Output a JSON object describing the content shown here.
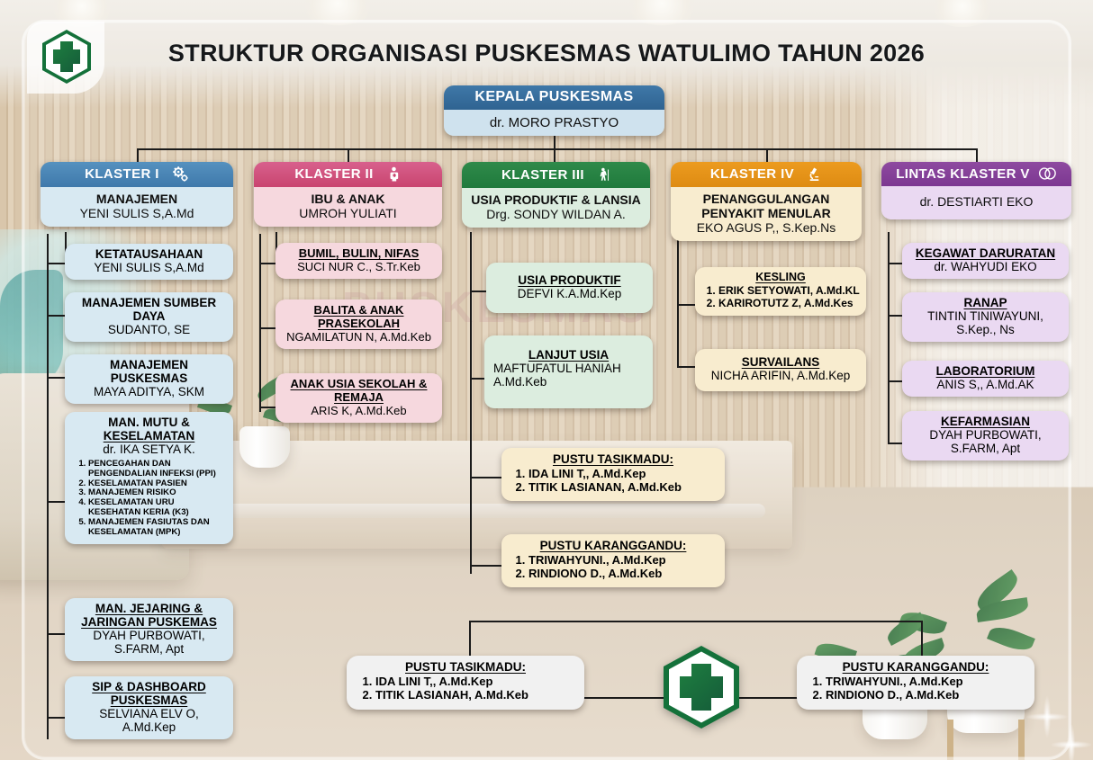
{
  "page": {
    "title": "STRUKTUR ORGANISASI PUSKESMAS WATULIMO TAHUN 2026",
    "watermark": "PUSKESMAS",
    "accent_colors": {
      "klaster1": "#3f79ab",
      "klaster2": "#c9456f",
      "klaster3": "#1f7a3c",
      "klaster4": "#de8b12",
      "klaster5": "#7c3791",
      "logo_green": "#14713a"
    }
  },
  "head": {
    "title": "KEPALA PUSKESMAS",
    "name": "dr. MORO PRASTYO"
  },
  "klaster1": {
    "header": "KLASTER I",
    "icon": "gears-icon",
    "title": "MANAJEMEN",
    "name": "YENI SULIS S,A.Md",
    "items": [
      {
        "title": "KETATAUSAHAAN",
        "name": "YENI SULIS S,A.Md",
        "underline": false
      },
      {
        "title": "MANAJEMEN SUMBER DAYA",
        "name": "SUDANTO, SE",
        "underline": false
      },
      {
        "title": "MANAJEMEN PUSKESMAS",
        "name": "MAYA ADITYA, SKM",
        "underline": false
      },
      {
        "title_line1": "MAN. MUTU &",
        "title_line2": "KESELAMATAN",
        "name": "dr. IKA SETYA K.",
        "list": [
          "PENCEGAHAN DAN PENGENDALIAN INFEKSI (PPI)",
          "KESELAMATAN PASIEN",
          "MANAJEMEN RISIKO",
          "KESELAMATAN URU KESEHATAN KERIA (K3)",
          "MANAJEMEN FASIUTAS DAN KESELAMATAN (MPK)"
        ]
      },
      {
        "title_line1": "MAN. JEJARING &",
        "title_line2": "JARINGAN PUSKEMAS",
        "name_line1": "DYAH PURBOWATI,",
        "name_line2": "S.FARM, Apt"
      },
      {
        "title_line1": "SIP & DASHBOARD",
        "title_line2": "PUSKESMAS",
        "name_line1": "SELVIANA ELV O,",
        "name_line2": "A.Md.Kep"
      }
    ]
  },
  "klaster2": {
    "header": "KLASTER II",
    "icon": "mother-child-icon",
    "title": "IBU & ANAK",
    "name": "UMROH YULIATI",
    "items": [
      {
        "title": "BUMIL, BULIN, NIFAS",
        "name": "SUCI NUR C., S.Tr.Keb"
      },
      {
        "title_line1": "BALITA & ANAK",
        "title_line2": "PRASEKOLAH",
        "name": "NGAMILATUN N, A.Md.Keb"
      },
      {
        "title_line1": "ANAK USIA SEKOLAH &",
        "title_line2": "REMAJA",
        "name": "ARIS K, A.Md.Keb"
      }
    ]
  },
  "klaster3": {
    "header": "KLASTER III",
    "icon": "elderly-person-icon",
    "title": "USIA PRODUKTIF & LANSIA",
    "name": "Drg. SONDY WILDAN A.",
    "items": [
      {
        "title": "USIA PRODUKTIF",
        "name": "DEFVI K.A.Md.Kep"
      },
      {
        "title": "LANJUT USIA",
        "name_line1": "MAFTUFATUL HANIAH",
        "name_line2": "A.Md.Keb"
      }
    ],
    "pustu": [
      {
        "title": "PUSTU TASIKMADU:",
        "list": [
          "IDA LINI T,, A.Md.Kep",
          "TITIK LASIANAN, A.Md.Keb"
        ]
      },
      {
        "title": "PUSTU KARANGGANDU:",
        "list": [
          "TRIWAHYUNI., A.Md.Kep",
          "RINDIONO D., A.Md.Keb"
        ]
      }
    ]
  },
  "klaster4": {
    "header": "KLASTER IV",
    "icon": "microscope-icon",
    "title_line1": "PENANGGULANGAN",
    "title_line2": "PENYAKIT MENULAR",
    "name": "EKO AGUS P,, S.Kep.Ns",
    "items": [
      {
        "title": "KESLING",
        "list": [
          "ERIK SETYOWATI, A.Md.KL",
          "KARIROTUTZ Z, A.Md.Kes"
        ]
      },
      {
        "title": "SURVAILANS",
        "name": "NICHA ARIFIN, A.Md.Kep"
      }
    ]
  },
  "klaster5": {
    "header": "LINTAS KLASTER V",
    "icon": "linked-rings-icon",
    "name": "dr. DESTIARTI EKO",
    "items": [
      {
        "title": "KEGAWAT DARURATAN",
        "name": "dr. WAHYUDI EKO"
      },
      {
        "title": "RANAP",
        "name_line1": "TINTIN TINIWAYUNI,",
        "name_line2": "S.Kep., Ns"
      },
      {
        "title": "LABORATORIUM",
        "name": "ANIS S,, A.Md.AK"
      },
      {
        "title": "KEFARMASIAN",
        "name_line1": "DYAH PURBOWATI,",
        "name_line2": "S.FARM, Apt"
      }
    ]
  },
  "footer": {
    "left": {
      "title": "PUSTU TASIKMADU:",
      "list": [
        "IDA LINI T,, A.Md.Kep",
        "TITIK LASIANAH, A.Md.Keb"
      ]
    },
    "right": {
      "title": "PUSTU KARANGGANDU:",
      "list": [
        "TRIWAHYUNI., A.Md.Kep",
        "RINDIONO D., A.Md.Keb"
      ]
    },
    "logo": "puskesmas-hex-logo"
  }
}
